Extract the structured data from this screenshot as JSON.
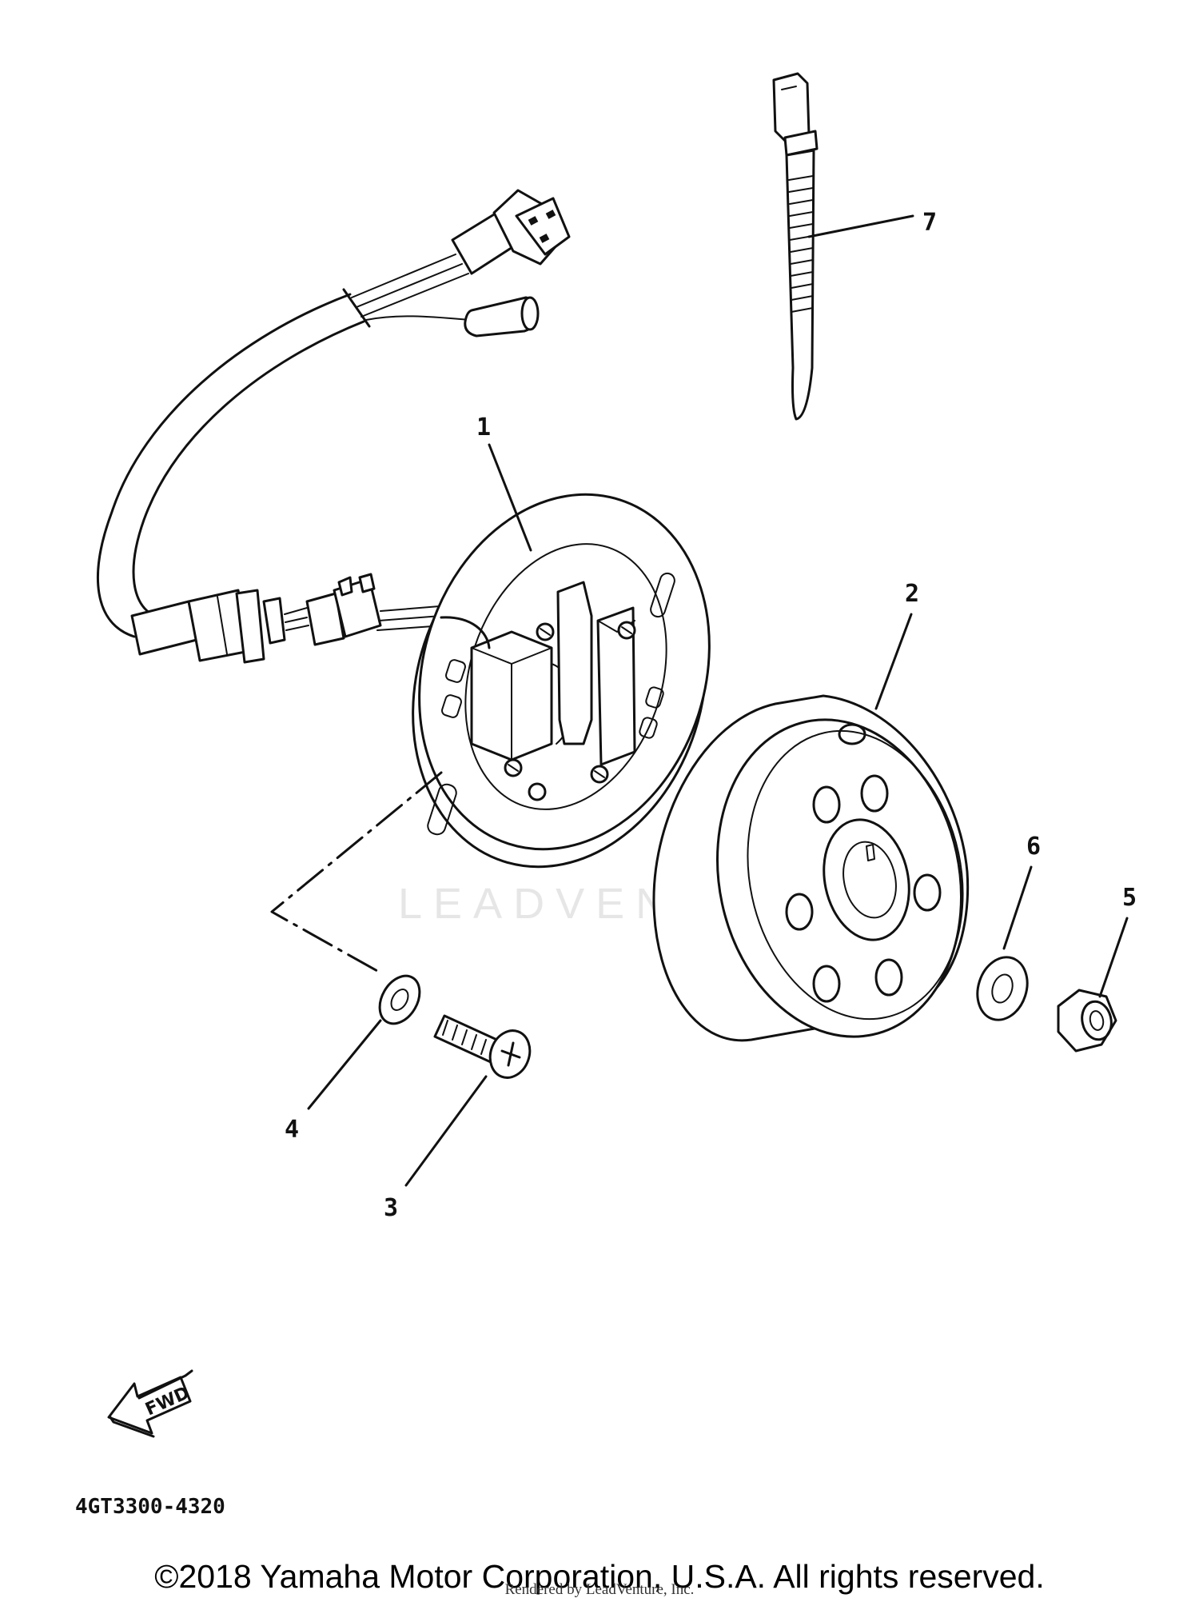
{
  "diagram": {
    "code": "4GT3300-4320",
    "watermark": "LEADVENTURE",
    "fwd_label": "FWD",
    "callouts": [
      "1",
      "2",
      "3",
      "4",
      "5",
      "6",
      "7"
    ]
  },
  "footer": {
    "copyright": "©2018 Yamaha Motor Corporation, U.S.A. All rights reserved.",
    "rendered_by": "Rendered by LeadVenture, Inc."
  }
}
